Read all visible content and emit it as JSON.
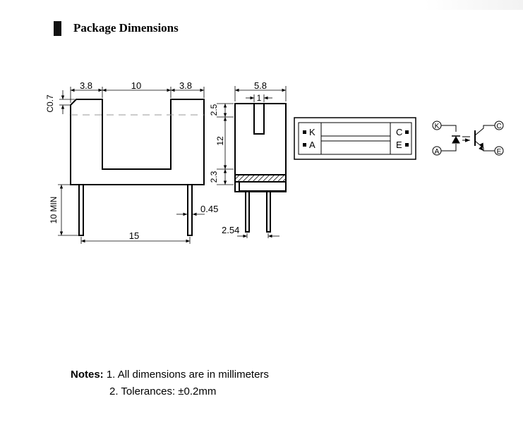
{
  "header": {
    "title": "Package Dimensions"
  },
  "front_view": {
    "dim_left_arm": "3.8",
    "dim_slot": "10",
    "dim_right_arm": "3.8",
    "chamfer": "C0.7",
    "lead_length": "10 MIN",
    "lead_width": "0.45",
    "lead_spacing": "15"
  },
  "side_view": {
    "width": "5.8",
    "aperture": "1",
    "top_height": "2.5",
    "body_height": "12",
    "base_height": "2.3",
    "pin_pitch": "2.54"
  },
  "top_view": {
    "pin_k": "K",
    "pin_a": "A",
    "pin_c": "C",
    "pin_e": "E"
  },
  "schematic": {
    "k": "K",
    "a": "A",
    "c": "C",
    "e": "E"
  },
  "notes": {
    "label": "Notes:",
    "line1": "1. All dimensions are in millimeters",
    "line2": "2. Tolerances: ±0.2mm"
  }
}
